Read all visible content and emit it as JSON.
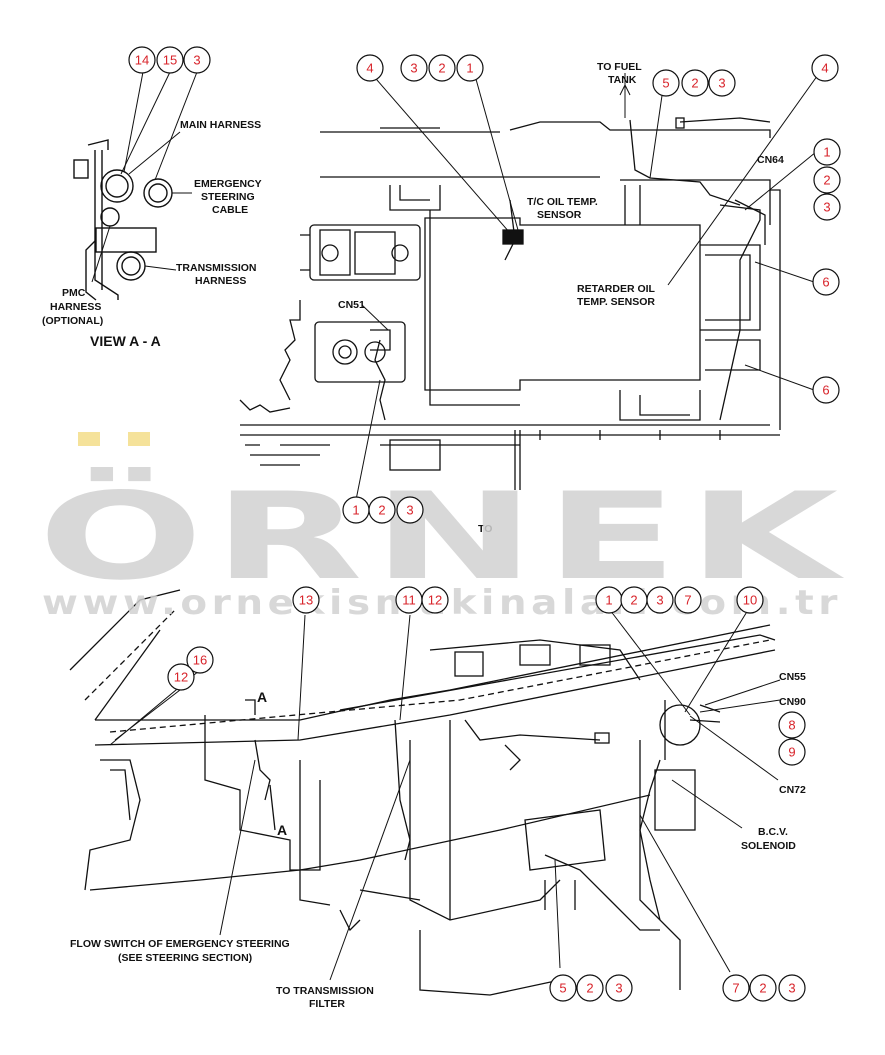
{
  "colors": {
    "line": "#111111",
    "callout_text": "#d8232a",
    "watermark": "#d2d2d2",
    "umlaut": "#f5e29a"
  },
  "view_a": {
    "main_harness": "MAIN HARNESS",
    "emergency_steering_cable": [
      "EMERGENCY",
      "STEERING",
      "CABLE"
    ],
    "transmission_harness": [
      "TRANSMISSION",
      "HARNESS"
    ],
    "pmc_harness": [
      "PMC",
      "HARNESS",
      "(OPTIONAL)"
    ],
    "title": "VIEW A - A"
  },
  "upper": {
    "to_fuel_tank": [
      "TO FUEL",
      "TANK"
    ],
    "cn64": "CN64",
    "tc_sensor": [
      "T/C OIL TEMP.",
      "SENSOR"
    ],
    "retarder_sensor": [
      "RETARDER OIL",
      "TEMP. SENSOR"
    ],
    "cn51": "CN51",
    "partial_text": "TO"
  },
  "lower": {
    "cn55": "CN55",
    "cn90": "CN90",
    "cn72": "CN72",
    "bcv_solenoid": [
      "B.C.V.",
      "SOLENOID"
    ],
    "flow_switch": [
      "FLOW SWITCH OF EMERGENCY STEERING",
      "(SEE STEERING SECTION)"
    ],
    "to_trans_filter": [
      "TO TRANSMISSION",
      "FILTER"
    ],
    "section_a_top": "A",
    "section_a_bottom": "A"
  },
  "watermark": {
    "brand": "ÖRNEK",
    "url": "www.ornekismakinalari.com.tr"
  },
  "callouts": [
    {
      "id": "c-14",
      "n": "14"
    },
    {
      "id": "c-15",
      "n": "15"
    },
    {
      "id": "c-3a",
      "n": "3"
    },
    {
      "id": "c-4a",
      "n": "4"
    },
    {
      "id": "c-3b",
      "n": "3"
    },
    {
      "id": "c-2a",
      "n": "2"
    },
    {
      "id": "c-1a",
      "n": "1"
    },
    {
      "id": "c-5a",
      "n": "5"
    },
    {
      "id": "c-2b",
      "n": "2"
    },
    {
      "id": "c-3c",
      "n": "3"
    },
    {
      "id": "c-4b",
      "n": "4"
    },
    {
      "id": "c-1b",
      "n": "1"
    },
    {
      "id": "c-2c",
      "n": "2"
    },
    {
      "id": "c-3d",
      "n": "3"
    },
    {
      "id": "c-6a",
      "n": "6"
    },
    {
      "id": "c-6b",
      "n": "6"
    },
    {
      "id": "c-1c",
      "n": "1"
    },
    {
      "id": "c-2d",
      "n": "2"
    },
    {
      "id": "c-3e",
      "n": "3"
    },
    {
      "id": "c-13",
      "n": "13"
    },
    {
      "id": "c-11",
      "n": "11"
    },
    {
      "id": "c-12a",
      "n": "12"
    },
    {
      "id": "c-1d",
      "n": "1"
    },
    {
      "id": "c-2e",
      "n": "2"
    },
    {
      "id": "c-3f",
      "n": "3"
    },
    {
      "id": "c-7a",
      "n": "7"
    },
    {
      "id": "c-10",
      "n": "10"
    },
    {
      "id": "c-16",
      "n": "16"
    },
    {
      "id": "c-12b",
      "n": "12"
    },
    {
      "id": "c-8",
      "n": "8"
    },
    {
      "id": "c-9",
      "n": "9"
    },
    {
      "id": "c-5b",
      "n": "5"
    },
    {
      "id": "c-2f",
      "n": "2"
    },
    {
      "id": "c-3g",
      "n": "3"
    },
    {
      "id": "c-7b",
      "n": "7"
    },
    {
      "id": "c-2g",
      "n": "2"
    },
    {
      "id": "c-3h",
      "n": "3"
    }
  ]
}
